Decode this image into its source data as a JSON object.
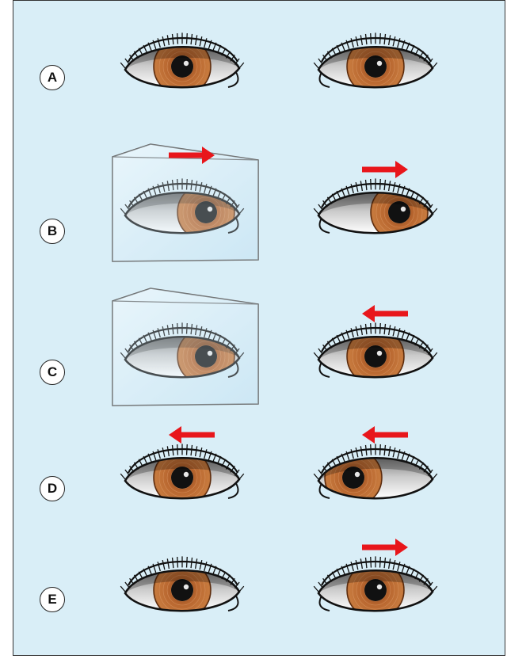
{
  "rows": [
    {
      "label": "A",
      "cover": "none",
      "left": {
        "gaze": "center",
        "arrow": null
      },
      "right": {
        "gaze": "center",
        "arrow": null
      }
    },
    {
      "label": "B",
      "cover": "left",
      "left": {
        "gaze": "right",
        "arrow": "right"
      },
      "right": {
        "gaze": "right",
        "arrow": "right"
      }
    },
    {
      "label": "C",
      "cover": "left",
      "left": {
        "gaze": "right",
        "arrow": null
      },
      "right": {
        "gaze": "center",
        "arrow": "left"
      }
    },
    {
      "label": "D",
      "cover": "none",
      "left": {
        "gaze": "center",
        "arrow": "left"
      },
      "right": {
        "gaze": "left",
        "arrow": "left"
      }
    },
    {
      "label": "E",
      "cover": "none",
      "left": {
        "gaze": "center",
        "arrow": null
      },
      "right": {
        "gaze": "center",
        "arrow": "right"
      }
    }
  ],
  "colors": {
    "background": "#d9eef7",
    "iris": "#b8662f",
    "pupil": "#111111",
    "arrow": "#e8161b",
    "outline": "#111111"
  }
}
